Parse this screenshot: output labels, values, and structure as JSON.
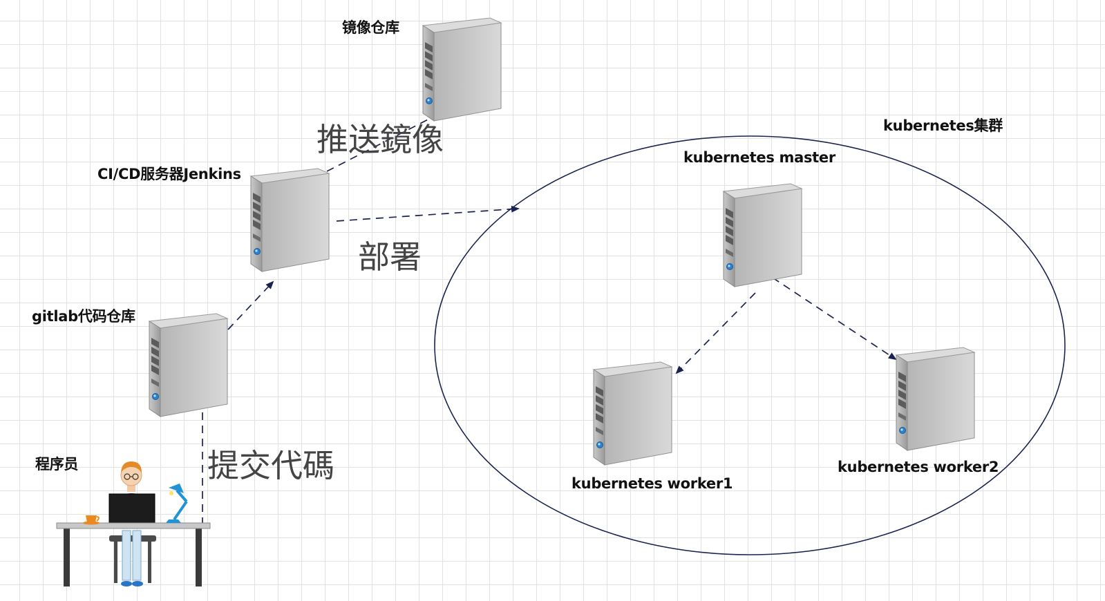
{
  "nodes": {
    "registry_label": "镜像仓库",
    "jenkins_label": "CI/CD服务器Jenkins",
    "gitlab_label": "gitlab代码仓库",
    "developer_label": "程序员",
    "cluster_label": "kubernetes集群",
    "master_label": "kubernetes master",
    "worker1_label": "kubernetes worker1",
    "worker2_label": "kubernetes worker2"
  },
  "edges": {
    "push_image": "推送鏡像",
    "deploy": "部署",
    "commit_code": "提交代碼"
  },
  "colors": {
    "arrow": "#1a2250",
    "cluster_border": "#1a2250",
    "server_body": "#a7a7a7",
    "label_text": "#111111",
    "edge_text": "#444444"
  }
}
